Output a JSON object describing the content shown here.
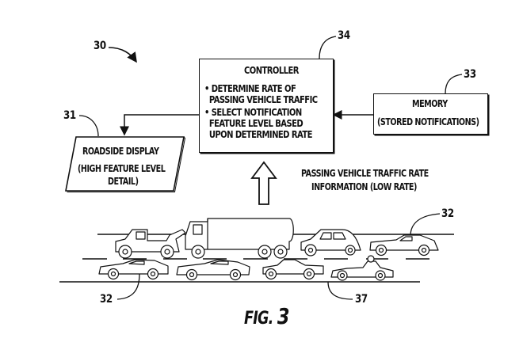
{
  "figure": {
    "caption_prefix": "FIG.",
    "caption_number": "3",
    "system_ref": "30"
  },
  "controller": {
    "ref": "34",
    "title": "CONTROLLER",
    "bullets": [
      [
        "DETERMINE RATE OF",
        "PASSING VEHICLE TRAFFIC"
      ],
      [
        "SELECT NOTIFICATION",
        "FEATURE LEVEL BASED",
        "UPON DETERMINED RATE"
      ]
    ]
  },
  "memory": {
    "ref": "33",
    "title": "MEMORY",
    "subtitle": "(STORED NOTIFICATIONS)"
  },
  "display": {
    "ref": "31",
    "title": "ROADSIDE DISPLAY",
    "subtitle_line1": "(HIGH FEATURE LEVEL",
    "subtitle_line2": "DETAIL)"
  },
  "traffic_info": {
    "line1": "PASSING VEHICLE TRAFFIC RATE",
    "line2": "INFORMATION (LOW RATE)"
  },
  "road": {
    "ref": "37",
    "vehicle_ref_top": "32",
    "vehicle_ref_bottom": "32",
    "top_lane_vehicles": [
      "tow-truck",
      "tanker-truck",
      "vintage-car",
      "sports-car"
    ],
    "bottom_lane_vehicles": [
      "sports-car",
      "sports-car",
      "convertible",
      "race-car"
    ]
  }
}
